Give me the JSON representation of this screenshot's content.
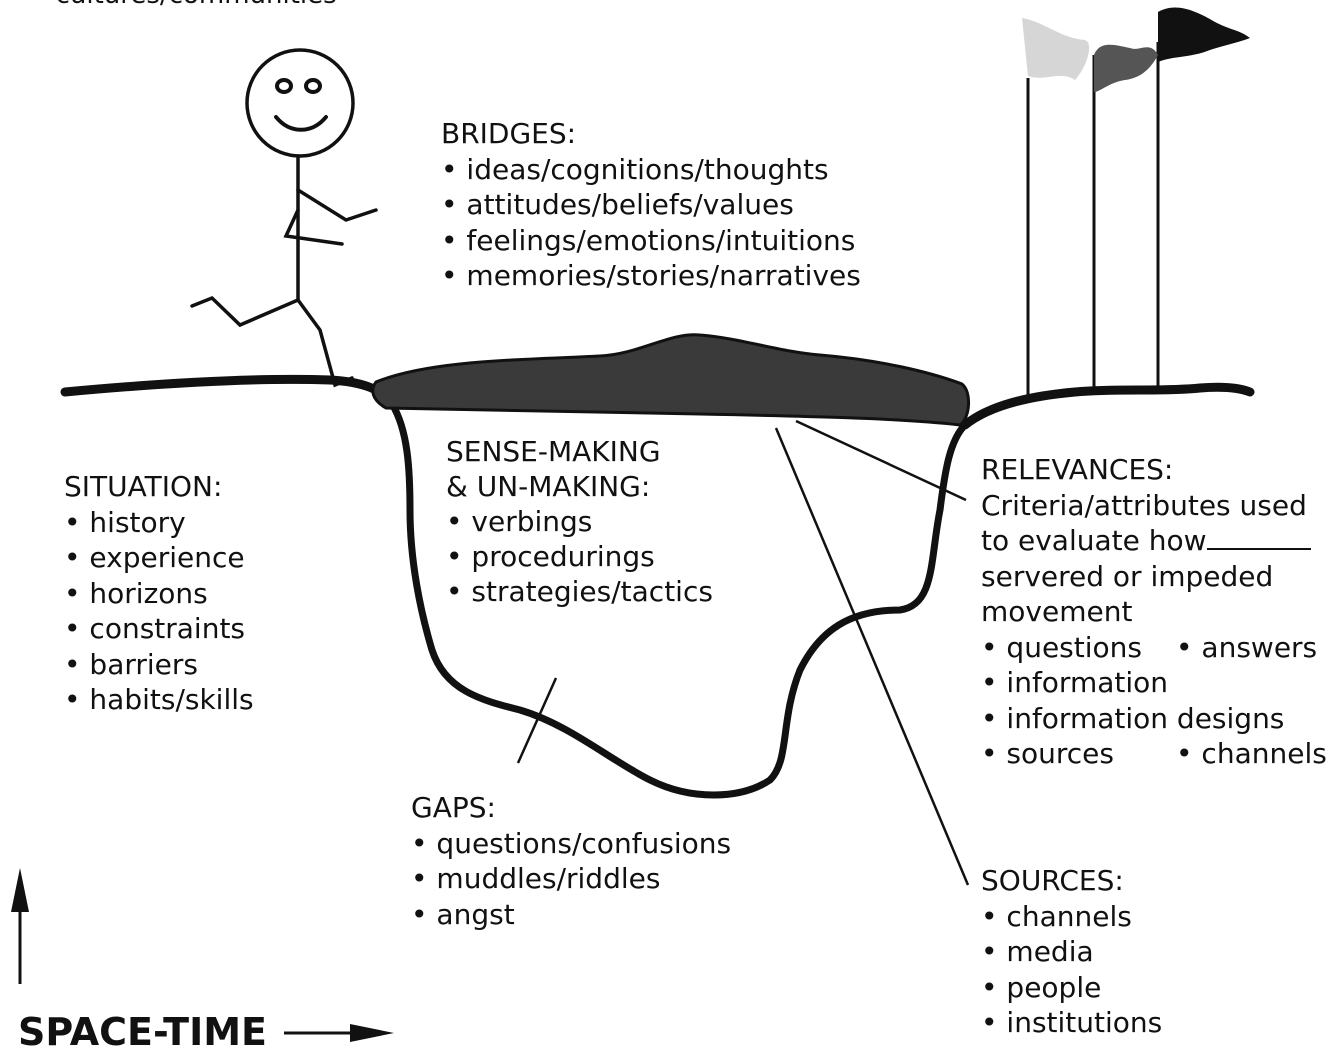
{
  "top_fragment": "cultures/communities",
  "bridges": {
    "title": "BRIDGES:",
    "items": [
      "ideas/cognitions/thoughts",
      "attitudes/beliefs/values",
      "feelings/emotions/intuitions",
      "memories/stories/narratives"
    ]
  },
  "situation": {
    "title": "SITUATION:",
    "items": [
      "history",
      "experience",
      "horizons",
      "constraints",
      "barriers",
      "habits/skills"
    ]
  },
  "sense_making": {
    "title_line1": "SENSE-MAKING",
    "title_line2": "& UN-MAKING:",
    "items": [
      "verbings",
      "procedurings",
      "strategies/tactics"
    ]
  },
  "gaps": {
    "title": "GAPS:",
    "items": [
      "questions/confusions",
      "muddles/riddles",
      "angst"
    ]
  },
  "relevances": {
    "title": "RELEVANCES:",
    "desc_line1": "Criteria/attributes used",
    "desc_line2": "to evaluate how",
    "desc_line3": "servered or impeded",
    "desc_line4": "movement",
    "row1_left": "questions",
    "row1_right": "answers",
    "row2": "information",
    "row3": "information designs",
    "row4_left": "sources",
    "row4_right": "channels"
  },
  "sources": {
    "title": "SOURCES:",
    "items": [
      "channels",
      "media",
      "people",
      "institutions"
    ]
  },
  "axis_label": "SPACE-TIME"
}
